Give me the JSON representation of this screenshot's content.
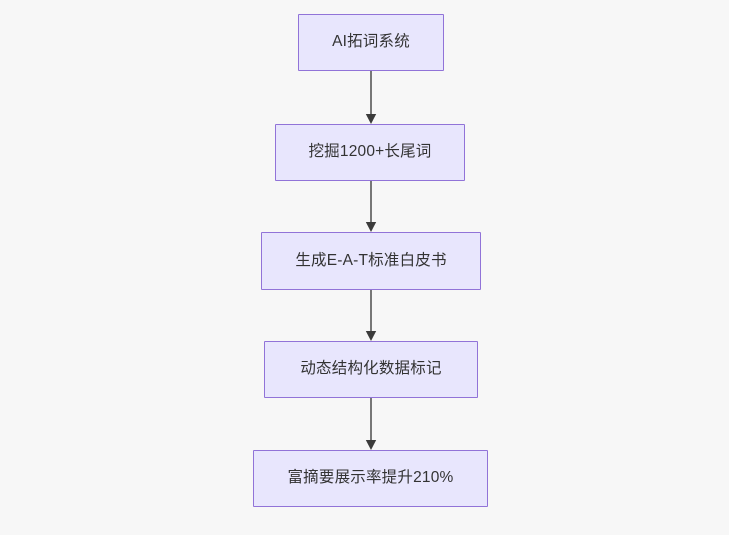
{
  "diagram": {
    "type": "flowchart",
    "orientation": "top-to-bottom",
    "background_color": "#f7f7f7",
    "node_fill_color": "#e8e6fd",
    "node_border_color": "#9173d8",
    "node_text_color": "#333333",
    "connector_color": "#777777",
    "nodes": [
      {
        "id": "n1",
        "label": "AI拓词系统"
      },
      {
        "id": "n2",
        "label": "挖掘1200+长尾词"
      },
      {
        "id": "n3",
        "label": "生成E-A-T标准白皮书"
      },
      {
        "id": "n4",
        "label": "动态结构化数据标记"
      },
      {
        "id": "n5",
        "label": "富摘要展示率提升210%"
      }
    ],
    "edges": [
      {
        "from": "n1",
        "to": "n2"
      },
      {
        "from": "n2",
        "to": "n3"
      },
      {
        "from": "n3",
        "to": "n4"
      },
      {
        "from": "n4",
        "to": "n5"
      }
    ]
  }
}
